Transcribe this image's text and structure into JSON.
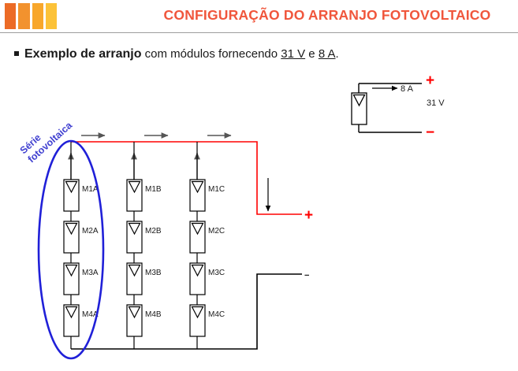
{
  "header": {
    "title": "CONFIGURAÇÃO DO ARRANJO FOTOVOLTAICO",
    "title_color": "#F0563C",
    "logo_colors": [
      "#EC6B26",
      "#F2922E",
      "#F8A72B",
      "#FCC238"
    ]
  },
  "bullet": {
    "marker": "square-bullet",
    "bold_part": "Exemplo de arranjo",
    "mid_part": " com módulos fornecendo ",
    "value_voltage": "31 V",
    "conjunction": " e ",
    "value_current": "8 A",
    "end_part": "."
  },
  "diagram": {
    "annotation_series": "Série fotovoltaica",
    "annotation_series_color": "#3F3FD0",
    "bus_top_color": "#FF0000",
    "bus_bottom_color": "#000000",
    "terminal_plus": "+",
    "terminal_minus": "−",
    "columns": [
      {
        "name": "A",
        "modules": [
          "M1A",
          "M2A",
          "M3A",
          "M4A"
        ]
      },
      {
        "name": "B",
        "modules": [
          "M1B",
          "M2B",
          "M3B",
          "M4B"
        ]
      },
      {
        "name": "C",
        "modules": [
          "M1C",
          "M2C",
          "M3C",
          "M4C"
        ]
      }
    ],
    "flow_arrows_horizontal": 3,
    "flow_arrow_down": 1,
    "flow_arrows_up": 3
  },
  "single_module": {
    "current_label": "8 A",
    "voltage_label": "31 V",
    "terminal_plus": "+",
    "terminal_minus": "−"
  }
}
